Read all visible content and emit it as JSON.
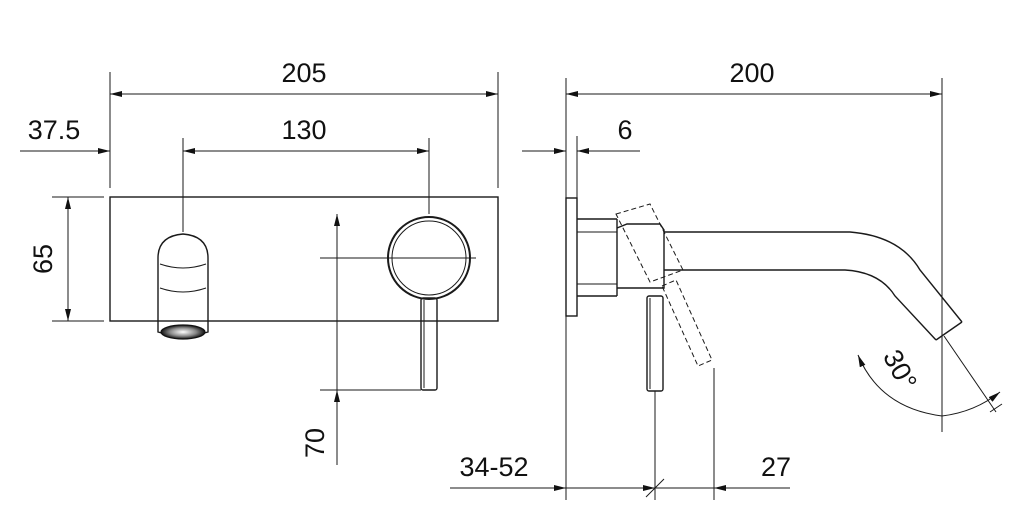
{
  "front_view": {
    "overall_width": "205",
    "offset_left": "37.5",
    "axis_spacing": "130",
    "plate_height": "65",
    "lever_height": "70"
  },
  "side_view": {
    "overall_projection": "200",
    "plate_thickness": "6",
    "wall_range": "34-52",
    "lever_offset": "27",
    "spout_angle": "30°"
  }
}
